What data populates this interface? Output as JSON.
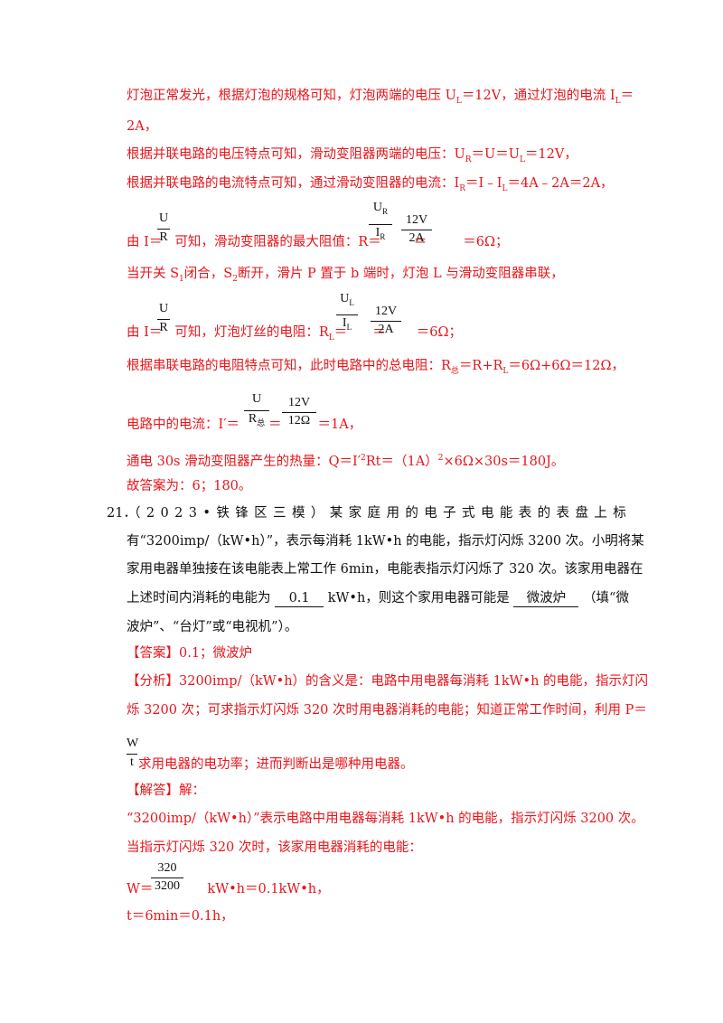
{
  "lines": {
    "l1": "灯泡正常发光，根据灯泡的规格可知，灯泡两端的电压 U",
    "l1_sub1": "L",
    "l1_b": "＝12V，通过灯泡的电流 I",
    "l1_sub2": "L",
    "l1_c": "＝",
    "l2": "2A，",
    "l3a": "根据并联电路的电压特点可知，滑动变阻器两端的电压：U",
    "l3_sub1": "R",
    "l3b": "＝U＝U",
    "l3_sub2": "L",
    "l3c": "＝12V，",
    "l4a": "根据并联电路的电流特点可知，通过滑动变阻器的电流：I",
    "l4_sub1": "R",
    "l4b": "＝I﹣I",
    "l4_sub2": "L",
    "l4c": "＝4A﹣2A＝2A，",
    "l5a": "由 I＝",
    "l5b": "可知，滑动变阻器的最大阻值：R＝",
    "l5c": "＝",
    "l5d": "＝6Ω；",
    "l6a": "当开关 S",
    "l6_sub1": "1",
    "l6b": "闭合，S",
    "l6_sub2": "2",
    "l6c": "断开，滑片 P 置于 b 端时，灯泡 L 与滑动变阻器串联，",
    "l7a": "由 I＝",
    "l7b": "可知，灯泡灯丝的电阻：R",
    "l7_sub": "L",
    "l7c": "＝",
    "l7d": "＝",
    "l7e": "＝6Ω；",
    "l8a": "根据串联电路的电阻特点可知，此时电路中的总电阻：R",
    "l8_sub": "总",
    "l8b": "＝R+R",
    "l8_sub2": "L",
    "l8c": "＝6Ω+6Ω＝12Ω，",
    "l9a": "电路中的电流：I′＝",
    "l9b": "＝",
    "l9c": "＝1A，",
    "l10a": "通电 30s 滑动变阻器产生的热量：Q＝I′",
    "l10_sup": "2",
    "l10b": "Rt＝（1A）",
    "l10_sup2": "2",
    "l10c": "×6Ω×30s＝180J。",
    "l11": "故答案为：6；180。"
  },
  "fractions": {
    "f1": {
      "num": "U",
      "den": "R"
    },
    "f2": {
      "num": "U",
      "num_sub": "R",
      "den": "I",
      "den_sub": "R"
    },
    "f3": {
      "num": "12V",
      "den": "2A"
    },
    "f4": {
      "num": "U",
      "den": "R"
    },
    "f5": {
      "num": "U",
      "num_sub": "L",
      "den": "I",
      "den_sub": "L"
    },
    "f6": {
      "num": "12V",
      "den": "2A"
    },
    "f7": {
      "num": "U",
      "den": "R",
      "den_sub": "总"
    },
    "f8": {
      "num": "12V",
      "den": "12Ω"
    },
    "f9": {
      "num": "W",
      "den": "t"
    },
    "f10": {
      "num": "320",
      "den": "3200"
    }
  },
  "question": {
    "number": "21．",
    "line1": "（2023•铁锋区三模）某家庭用的电子式电能表的表盘上标",
    "line2": "有“3200imp/（kW•h）”，表示每消耗 1kW•h 的电能，指示灯闪烁 3200 次。小明将某",
    "line3": "家用电器单独接在该电能表上常工作 6min，电能表指示灯闪烁了 320 次。该家用电器在",
    "line4a": "上述时间内消耗的电能为",
    "blank1": "0.1",
    "line4b": "kW•h，则这个家用电器可能是",
    "blank2": "微波炉",
    "line4c": "（填“微",
    "line5": "波炉”、“台灯”或“电视机”）。"
  },
  "answer": {
    "label": "【答案】",
    "text": "0.1；微波炉"
  },
  "analysis": {
    "label": "【分析】",
    "line1": "3200imp/（kW•h）的含义是：电路中用电器每消耗 1kW•h 的电能，指示灯闪",
    "line2": "烁 3200 次；可求指示灯闪烁 320 次时用电器消耗的电能；知道正常工作时间，利用 P＝",
    "line3": "求用电器的电功率；进而判断出是哪种用电器。"
  },
  "solution": {
    "label": "【解答】",
    "label2": "解：",
    "line1": "“3200imp/（kW•h）”表示电路中用电器每消耗 1kW•h 的电能，指示灯闪烁 3200 次。",
    "line2": "当指示灯闪烁 320 次时，该家用电器消耗的电能：",
    "line3a": "W＝",
    "line3b": "kW•h＝0.1kW•h，",
    "line4": "t＝6min＝0.1h，"
  }
}
